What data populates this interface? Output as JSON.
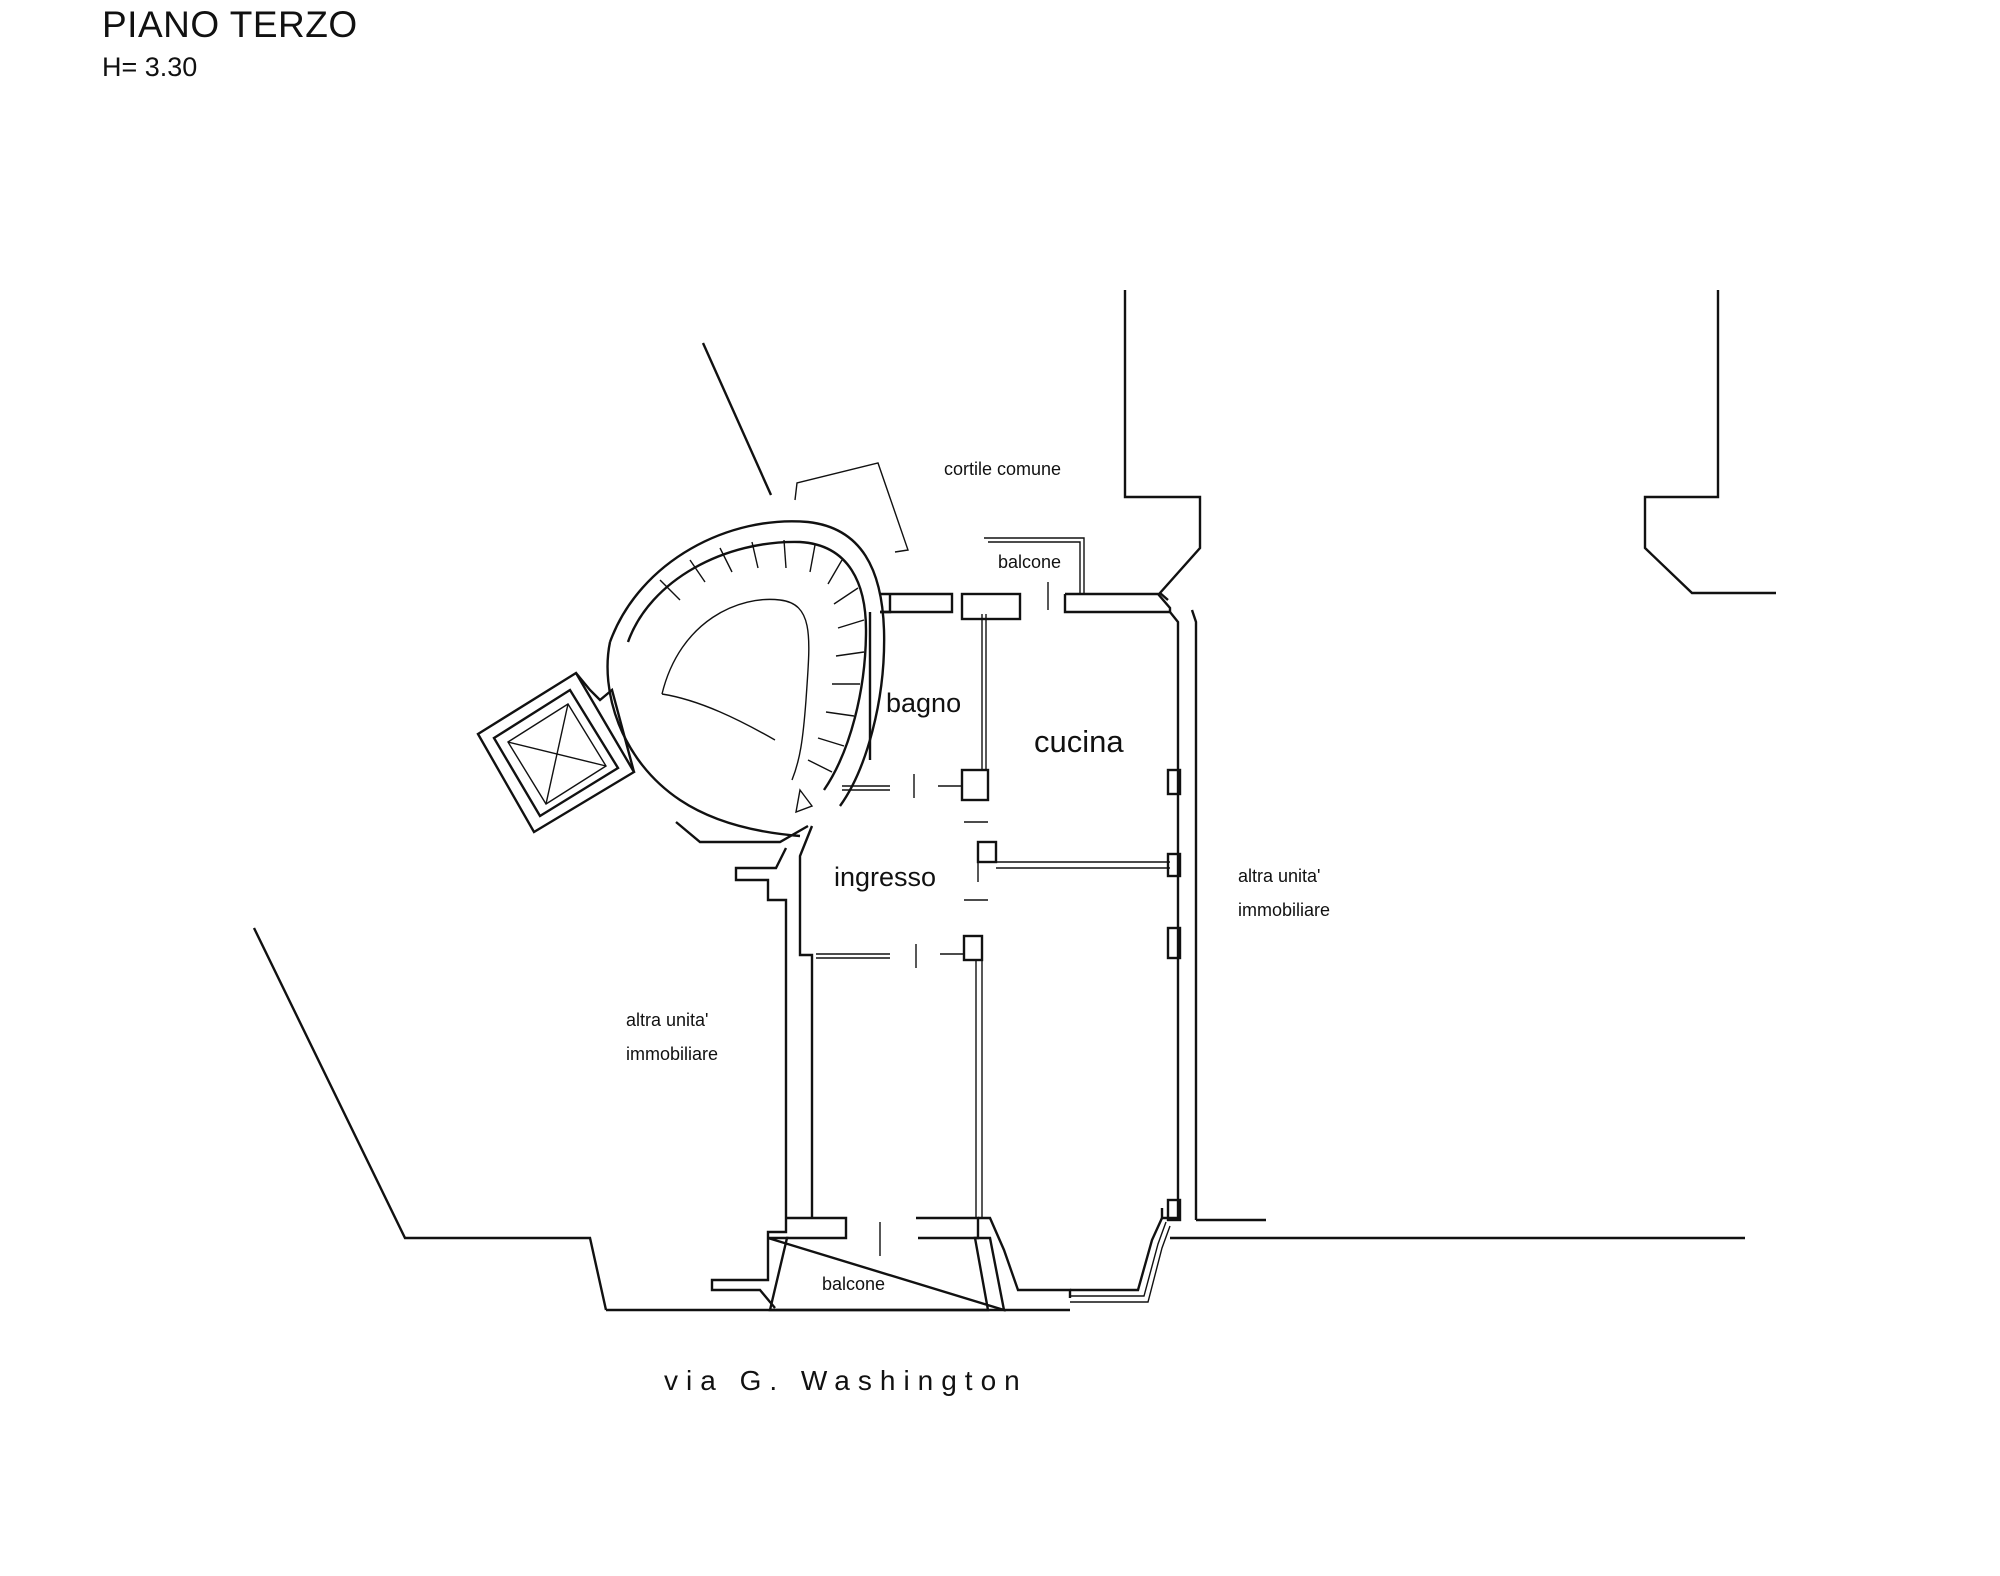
{
  "header": {
    "title": "PIANO TERZO",
    "height": "H= 3.30"
  },
  "rooms": {
    "bagno": "bagno",
    "cucina": "cucina",
    "ingresso": "ingresso",
    "balcone_top": "balcone",
    "balcone_bottom": "balcone"
  },
  "context": {
    "courtyard": "cortile comune",
    "other_unit_left_1": "altra unita'",
    "other_unit_left_2": "immobiliare",
    "other_unit_right_1": "altra unita'",
    "other_unit_right_2": "immobiliare",
    "street": "via G. Washington"
  }
}
